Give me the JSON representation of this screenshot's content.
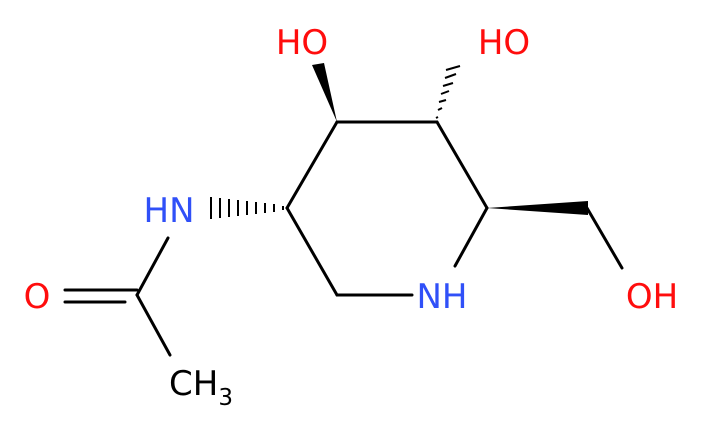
{
  "molecule": {
    "labels": {
      "oh_c4": "HO",
      "oh_c5": "HO",
      "oh_ch2": "OH",
      "nh_ring": "NH",
      "nh_amide": "HN",
      "o_carbonyl": "O",
      "ch3_main": "CH",
      "ch3_sub": "3"
    },
    "colors": {
      "oxygen": "#ff0d0d",
      "nitrogen": "#3050f8",
      "carbon": "#000000",
      "background": "#ffffff"
    }
  }
}
